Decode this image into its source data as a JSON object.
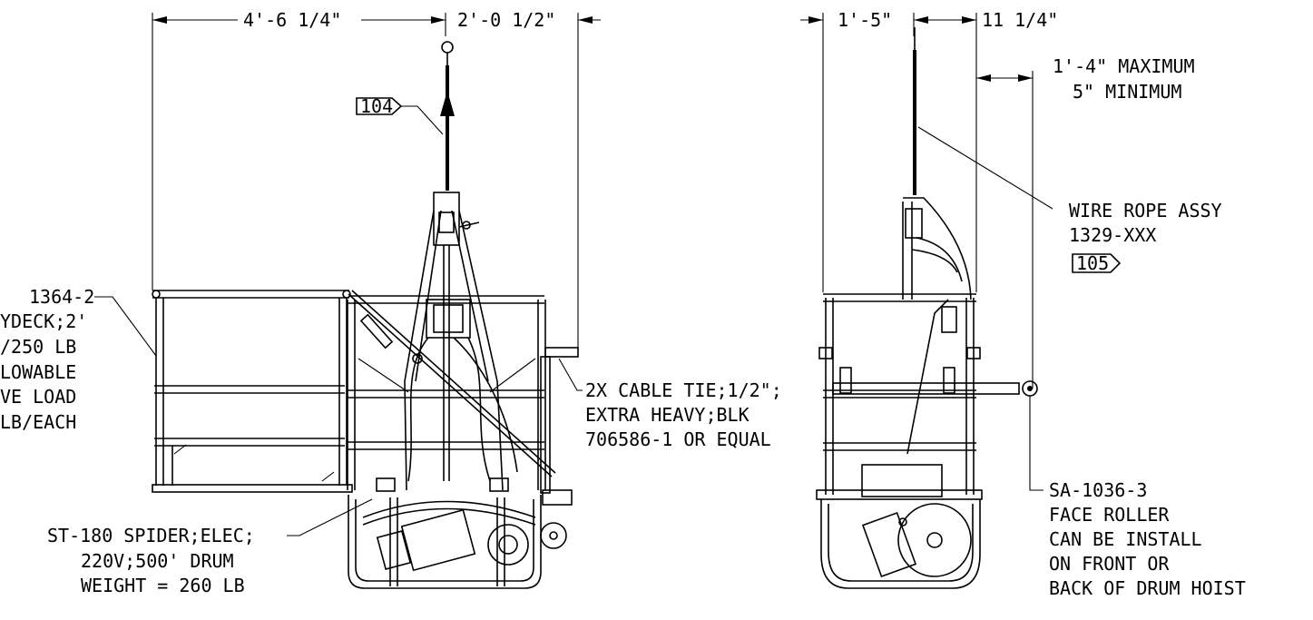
{
  "front_view": {
    "dim_width": "4'-6 1/4\"",
    "dim_offset": "2'-0 1/2\"",
    "callout_rope_tag": "104",
    "platform_label": [
      "1364-2",
      "YDECK;2'",
      "/250 LB",
      "LOWABLE",
      "VE LOAD",
      "LB/EACH"
    ],
    "cable_tie_label": [
      "2X CABLE TIE;1/2\";",
      "EXTRA HEAVY;BLK",
      "706586-1 OR EQUAL"
    ],
    "hoist_label": [
      "ST-180 SPIDER;ELEC;",
      "220V;500' DRUM",
      "WEIGHT = 260 LB"
    ]
  },
  "side_view": {
    "dim_left": "1'-5\"",
    "dim_right": "11 1/4\"",
    "dim_offset": [
      "1'-4\" MAXIMUM",
      "5\" MINIMUM"
    ],
    "wire_rope_label": [
      "WIRE ROPE ASSY",
      "1329-XXX"
    ],
    "callout_tag": "105",
    "face_roller_label": [
      "SA-1036-3",
      "FACE ROLLER",
      "CAN BE INSTALL",
      "ON FRONT OR",
      "BACK OF DRUM HOIST"
    ]
  }
}
